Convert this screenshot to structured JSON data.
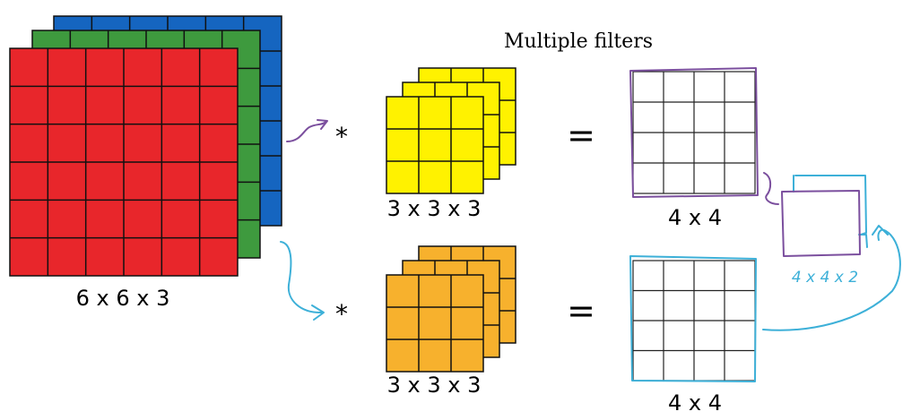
{
  "title": "Multiple filters",
  "input": {
    "label": "6 x 6 x 3",
    "colors": {
      "red": "#e8262b",
      "green": "#3e9a3e",
      "blue": "#1565c0"
    }
  },
  "filters": [
    {
      "operator": "*",
      "label": "3 x 3 x 3",
      "color": "#fff200"
    },
    {
      "operator": "*",
      "label": "3 x 3 x 3",
      "color": "#f7b12d"
    }
  ],
  "outputs": [
    {
      "equals": "=",
      "label": "4 x 4"
    },
    {
      "equals": "=",
      "label": "4 x 4"
    }
  ],
  "stacked_output": {
    "label": "4 x 4 x 2"
  },
  "annotation_colors": {
    "purple": "#7b4f9e",
    "cyan": "#3db0d8"
  }
}
